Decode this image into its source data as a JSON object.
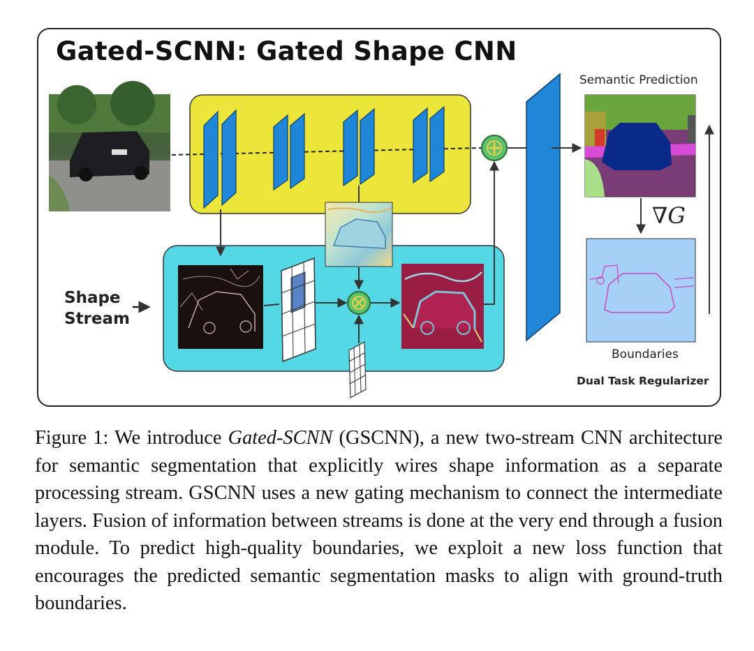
{
  "figure": {
    "title": "Gated-SCNN: Gated Shape CNN",
    "semantic_label": "Semantic Prediction",
    "boundaries_label": "Boundaries",
    "regularizer_label": "Dual Task Regularizer",
    "shape_stream_label": "Shape\nStream",
    "gradient_label": "∇G",
    "colors": {
      "regular_stream": "#ede63a",
      "shape_stream": "#55d8e6",
      "conv_block": "#1f86d8",
      "fusion_node": "#5cc16b",
      "boundary_bg": "#a6d0f5",
      "semantic_road": "#7a3d78",
      "semantic_car": "#0a2a8a"
    }
  },
  "caption": {
    "prefix": "Figure 1: We introduce ",
    "emph": "Gated-SCNN",
    "suffix": " (GSCNN), a new two-stream CNN architecture for semantic segmentation that explicitly wires shape informa­tion as a separate processing stream. GSCNN uses a new gating mecha­nism to connect the intermediate layers. Fusion of information between streams is done at the very end through a fusion module. To predict high-quality boundaries, we exploit a new loss function that encourages the pre­dicted semantic segmentation masks to align with ground-truth boundaries."
  }
}
